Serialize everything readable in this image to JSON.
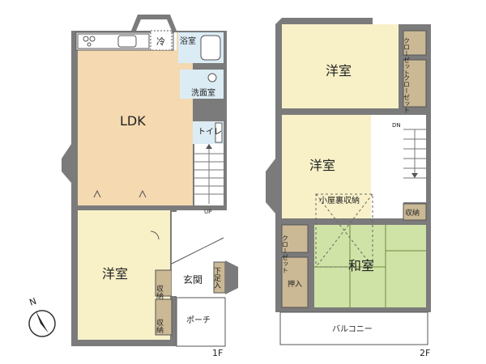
{
  "colors": {
    "wall": "#7b7b7b",
    "ldk": "#f4d9b1",
    "western": "#f8f1c8",
    "washitsu": "#cfe3a6",
    "wet": "#dcecf5",
    "storage": "#cbb895",
    "white": "#ffffff"
  },
  "floor1": {
    "label": "1F",
    "rooms": {
      "refrigerator": "冷",
      "bathroom": "浴室",
      "washroom": "洗面室",
      "ldk": "LDK",
      "toilet": "トイレ",
      "western_room": "洋室",
      "storage_a": "収納",
      "storage_b": "収納",
      "entrance": "玄関",
      "shoe_box": "下足入",
      "porch": "ポーチ",
      "stairs_up": "UP"
    }
  },
  "floor2": {
    "label": "2F",
    "rooms": {
      "western_room_1": "洋室",
      "closet_1": "クローゼット",
      "closet_2": "クローゼット",
      "stairs_down": "DN",
      "western_room_2": "洋室",
      "attic_storage": "小屋裏収納",
      "storage": "収納",
      "closet_3": "クローゼット",
      "oshiire": "押入",
      "washitsu": "和室",
      "balcony": "バルコニー"
    }
  },
  "compass": {
    "north": "N",
    "icon": "compass-icon"
  }
}
